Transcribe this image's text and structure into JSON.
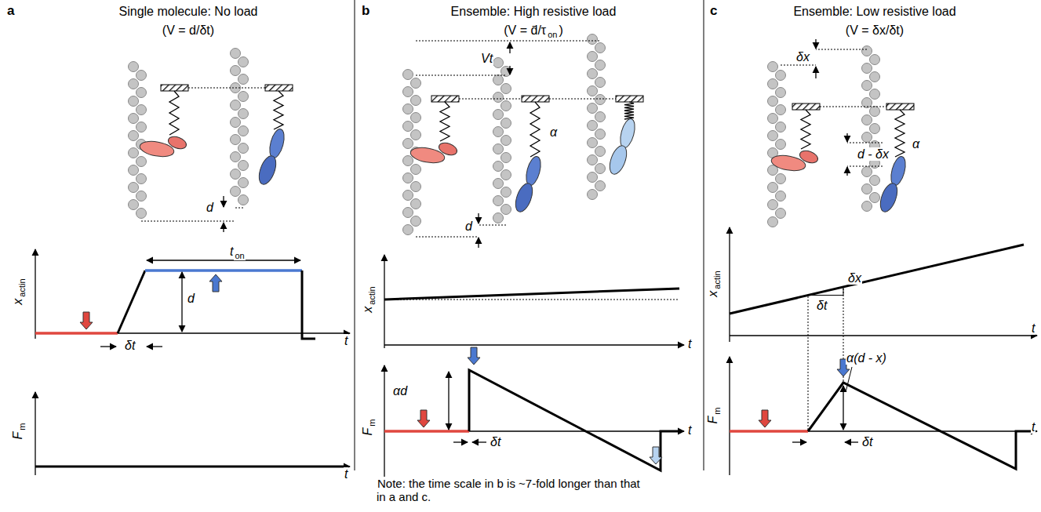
{
  "diagram": {
    "labels": [
      "a",
      "Single molecule: No load",
      "(V = d/δt)",
      "d",
      "t",
      "on",
      "x",
      "actin",
      "d",
      "δt",
      "t",
      "F",
      "m",
      "t",
      "b",
      "Ensemble: High resistive load",
      "(V = d̄/τ",
      "on",
      ")",
      "Vt",
      "d",
      "α",
      "x",
      "actin",
      "t",
      "F",
      "m",
      "αd",
      "δt",
      "t",
      "Note: the time scale in b is ~7-fold longer than that in a and c.",
      "c",
      "Ensemble: Low resistive load",
      "(V = δx/δt)",
      "δx",
      "d - δx",
      "α",
      "x",
      "actin",
      "δx",
      "δt",
      "t",
      "F",
      "m",
      "α(d - x)",
      "δt",
      "t"
    ]
  }
}
